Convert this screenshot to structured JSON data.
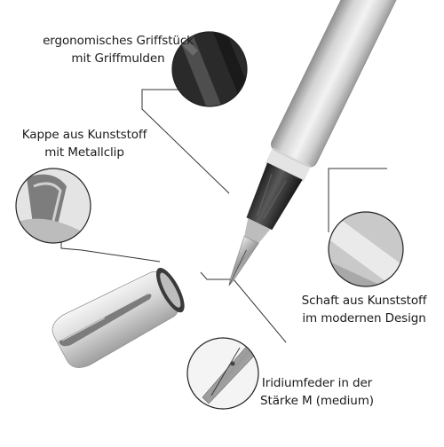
{
  "callouts": {
    "grip": {
      "line1": "ergonomisches Griffstück",
      "line2": "mit Griffmulden",
      "icon": "grip-closeup-icon"
    },
    "cap": {
      "line1": "Kappe aus Kunststoff",
      "line2": "mit Metallclip",
      "icon": "clip-closeup-icon"
    },
    "shaft": {
      "line1": "Schaft aus Kunststoff",
      "line2": "im modernen Design",
      "icon": "shaft-closeup-icon"
    },
    "nib": {
      "line1": "Iridiumfeder in der",
      "line2": "Stärke M (medium)",
      "icon": "nib-closeup-icon"
    }
  },
  "colors": {
    "text": "#1a1a1a",
    "silver_light": "#e6e6e6",
    "silver_dark": "#9c9c9c",
    "grip_black": "#2a2a2a",
    "leader_line": "#333333"
  }
}
